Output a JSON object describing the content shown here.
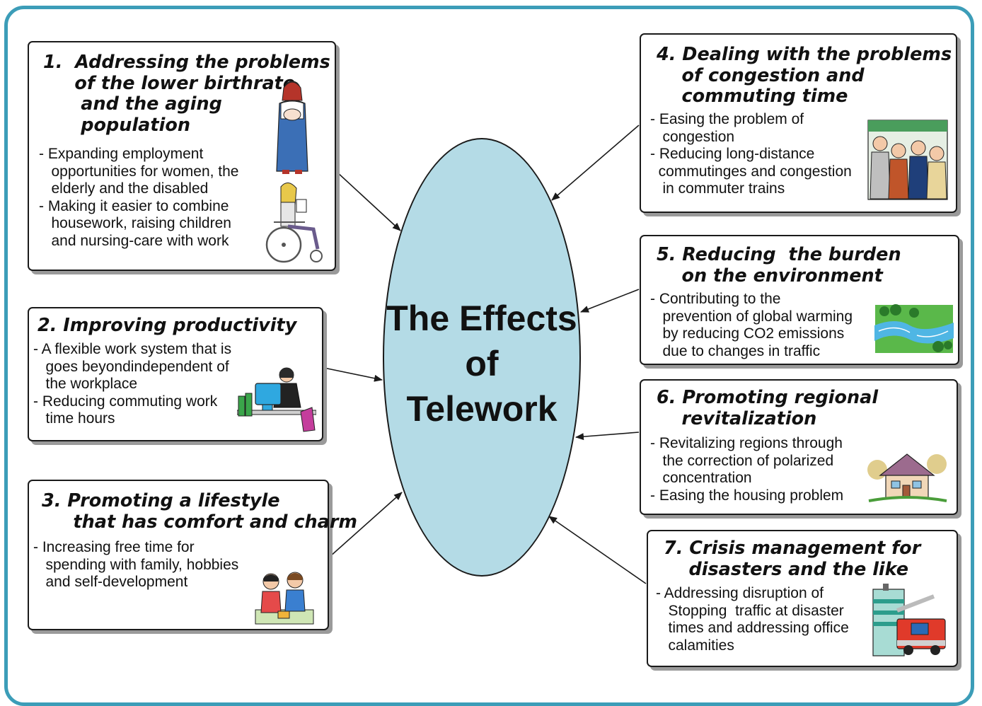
{
  "center": {
    "title_lines": [
      "The Effects",
      "of",
      "Telework"
    ],
    "fill": "#b4dbe6"
  },
  "frame_color": "#3c9db8",
  "boxes": [
    {
      "title": "1.  Addressing the problems\n     of the lower birthrate\n      and the aging\n      population",
      "body": "- Expanding employment\n   opportunities for women, the\n   elderly and the disabled\n- Making it easier to combine\n   housework, raising children\n   and nursing-care with work",
      "icons": [
        "mother-with-baby-icon",
        "wheelchair-reader-icon"
      ]
    },
    {
      "title": "2. Improving productivity",
      "body": "- A flexible work system that is\n   goes beyondindependent of\n   the workplace\n- Reducing commuting work\n   time hours",
      "icons": [
        "office-worker-computer-icon"
      ]
    },
    {
      "title": "3. Promoting a lifestyle\n     that has comfort and charm",
      "body": "- Increasing free time for\n   spending with family, hobbies\n   and self-development",
      "icons": [
        "children-playing-icon"
      ]
    },
    {
      "title": "4. Dealing with the problems\n    of congestion and\n    commuting time",
      "body": "- Easing the problem of\n   congestion\n- Reducing long-distance\n  commutinges and congestion\n   in commuter trains",
      "icons": [
        "crowded-train-icon"
      ]
    },
    {
      "title": "5. Reducing  the burden\n    on the environment",
      "body": "- Contributing to the\n   prevention of global warming\n   by reducing CO2 emissions\n   due to changes in traffic",
      "icons": [
        "river-landscape-icon"
      ]
    },
    {
      "title": "6. Promoting regional\n    revitalization",
      "body": "- Revitalizing regions through\n   the correction of polarized\n   concentration\n- Easing the housing problem",
      "icons": [
        "house-icon"
      ]
    },
    {
      "title": "7. Crisis management for\n    disasters and the like",
      "body": "- Addressing disruption of\n   Stopping  traffic at disaster\n   times and addressing office\n   calamities",
      "icons": [
        "fire-truck-building-icon"
      ]
    }
  ]
}
